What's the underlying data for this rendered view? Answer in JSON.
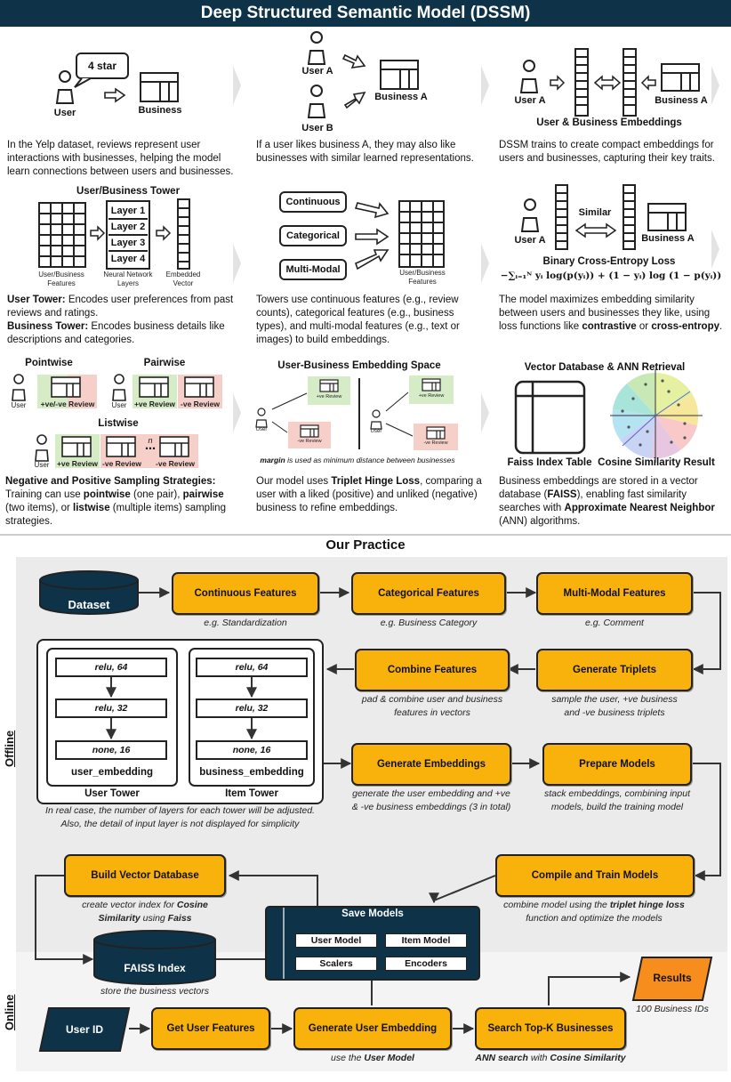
{
  "title": "Deep Structured Semantic Model (DSSM)",
  "row1": {
    "p1": {
      "bubble": "4 star",
      "user": "User",
      "business": "Business",
      "caption": "In the Yelp dataset, reviews represent user interactions with businesses, helping the model learn connections between users and businesses."
    },
    "p2": {
      "user_a": "User A",
      "user_b": "User B",
      "business_a": "Business A",
      "caption": "If a user likes business A, they may also like businesses with similar learned representations."
    },
    "p3": {
      "user_a": "User A",
      "business_a": "Business A",
      "label": "User & Business Embeddings",
      "caption": "DSSM trains to create compact embeddings for users and businesses, capturing their key traits."
    }
  },
  "row2": {
    "p1": {
      "title": "User/Business Tower",
      "layers": [
        "Layer 1",
        "Layer 2",
        "Layer 3",
        "Layer 4"
      ],
      "features_label": "User/Business Features",
      "nn_label": "Neural Network Layers",
      "vector_label": "Embedded Vector",
      "user_tower_bold": "User Tower:",
      "user_tower_text": "Encodes user preferences from past reviews and ratings.",
      "business_tower_bold": "Business Tower:",
      "business_tower_text": "Encodes business details like descriptions and categories."
    },
    "p2": {
      "continuous": "Continuous",
      "categorical": "Categorical",
      "multimodal": "Multi-Modal",
      "features_label": "User/Business Features",
      "caption": "Towers use continuous features (e.g., review counts), categorical features (e.g., business types), and multi-modal features (e.g., text or images) to build embeddings."
    },
    "p3": {
      "user_a": "User A",
      "similar": "Similar",
      "business_a": "Business A",
      "loss_title": "Binary Cross-Entropy Loss",
      "formula": "−∑ᵢ₌₁ᴺ yᵢ log(p(yᵢ)) + (1 − yᵢ) log (1 − p(yᵢ))",
      "caption_pre": "The model maximizes embedding similarity between users and businesses they like, using loss functions like ",
      "caption_b1": "contrastive",
      "caption_mid": " or ",
      "caption_b2": "cross-entropy",
      "caption_end": "."
    }
  },
  "row3": {
    "p1": {
      "pointwise": "Pointwise",
      "pairwise": "Pairwise",
      "listwise": "Listwise",
      "user": "User",
      "pos_neg_review": "+ve/-ve Review",
      "pos_review": "+ve Review",
      "neg_review": "-ve Review",
      "n": "n",
      "caption_bold": "Negative and Positive Sampling Strategies:",
      "caption_1": "Training can use ",
      "pointwise_b": "pointwise",
      "caption_2": " (one pair), ",
      "pairwise_b": "pairwise",
      "caption_3": " (two items), or ",
      "listwise_b": "listwise",
      "caption_4": " (multiple items) sampling strategies."
    },
    "p2": {
      "title": "User-Business Embedding Space",
      "pos_review": "+ve Review",
      "neg_review": "-ve Review",
      "user": "User",
      "margin_b": "margin",
      "margin_text": " is used as minimum distance between businesses",
      "caption_1": "Our model uses ",
      "caption_b": "Triplet Hinge Loss",
      "caption_2": ", comparing a user with a liked (positive) and unliked (negative) business to refine embeddings."
    },
    "p3": {
      "title": "Vector Database & ANN Retrieval",
      "faiss_label": "Faiss Index Table",
      "cosine_label": "Cosine Similarity Result",
      "caption_1": "Business embeddings are stored in a vector database (",
      "caption_b1": "FAISS",
      "caption_2": "), enabling fast similarity searches with ",
      "caption_b2": "Approximate Nearest Neighbor",
      "caption_3": " (ANN) algorithms."
    }
  },
  "practice": {
    "title": "Our Practice",
    "offline": "Offline",
    "online": "Online",
    "dataset": "Dataset",
    "continuous": "Continuous Features",
    "continuous_note": "e.g. Standardization",
    "categorical": "Categorical Features",
    "categorical_note": "e.g. Business Category",
    "multimodal": "Multi-Modal Features",
    "multimodal_note": "e.g. Comment",
    "generate_triplets": "Generate Triplets",
    "triplets_note_1": "sample the user, +ve business",
    "triplets_note_2": "and -ve business triplets",
    "combine": "Combine Features",
    "combine_note_1": "pad & combine user and business",
    "combine_note_2": "features in vectors",
    "user_tower_layers": [
      "relu, 64",
      "relu, 32",
      "none, 16"
    ],
    "user_embedding": "user_embedding",
    "user_tower": "User Tower",
    "item_tower_layers": [
      "relu, 64",
      "relu, 32",
      "none, 16"
    ],
    "business_embedding": "business_embedding",
    "item_tower": "Item Tower",
    "tower_note_1": "In real case, the number of layers for each tower will be adjusted.",
    "tower_note_2": "Also, the detail of input layer is not displayed for simplicity",
    "generate_embeddings": "Generate Embeddings",
    "gen_emb_note_1": "generate the user embedding and +ve",
    "gen_emb_note_2": "& -ve business embeddings (3 in total)",
    "prepare_models": "Prepare Models",
    "prepare_note_1": "stack embeddings, combining input",
    "prepare_note_2": "models, build the training model",
    "compile_train": "Compile and Train Models",
    "compile_note_1": "combine model using the ",
    "compile_note_b": "triplet hinge loss",
    "compile_note_2": "function and optimize the models",
    "build_vdb": "Build Vector Database",
    "vdb_note_1": "create vector index for ",
    "vdb_note_b1": "Cosine",
    "vdb_note_b2": "Similarity",
    "vdb_note_2": " using ",
    "vdb_note_b3": "Faiss",
    "save_models": "Save Models",
    "user_model": "User Model",
    "item_model": "Item Model",
    "scalers": "Scalers",
    "encoders": "Encoders",
    "faiss_index": "FAISS Index",
    "faiss_note": "store the business vectors",
    "user_id": "User ID",
    "get_user_features": "Get User Features",
    "gen_user_emb": "Generate User Embedding",
    "gen_user_note_1": "use the ",
    "gen_user_note_b": "User Model",
    "search_topk": "Search Top-K Businesses",
    "search_note_b1": "ANN search",
    "search_note_mid": " with ",
    "search_note_b2": "Cosine Similarity",
    "results": "Results",
    "results_note": "100 Business IDs"
  },
  "colors": {
    "navy": "#0e3349",
    "orange": "#f9b20c",
    "result_orange": "#f78d1c",
    "positive": "#d6ecc6",
    "negative": "#f7cfc9"
  }
}
